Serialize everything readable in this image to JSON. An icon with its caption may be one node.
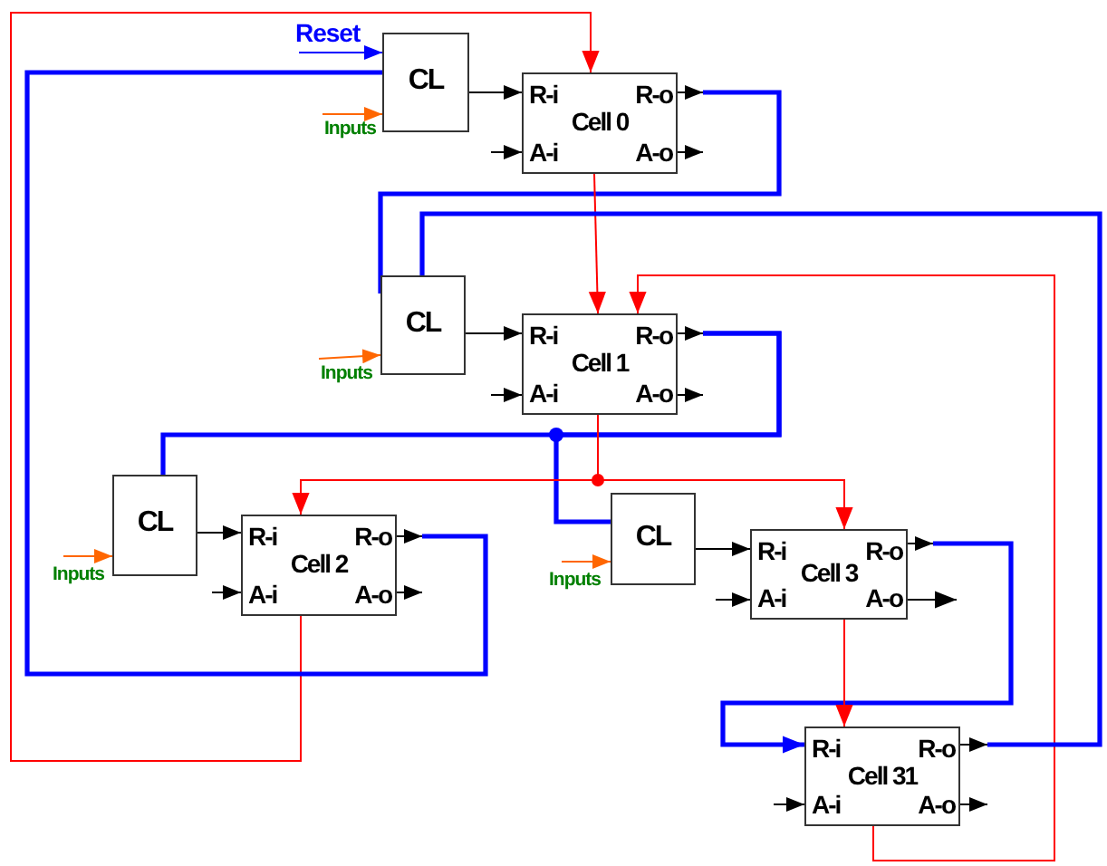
{
  "diagram": {
    "nodes": [
      {
        "text": [
          "CL"
        ]
      },
      {
        "text": [
          "R-i",
          "R-o",
          "Cell 0",
          "A-i",
          "A-o"
        ]
      },
      {
        "text": [
          "CL"
        ]
      },
      {
        "text": [
          "R-i",
          "R-o",
          "Cell 1",
          "A-i",
          "A-o"
        ]
      },
      {
        "text": [
          "CL"
        ]
      },
      {
        "text": [
          "R-i",
          "R-o",
          "Cell 2",
          "A-i",
          "A-o"
        ]
      },
      {
        "text": [
          "CL"
        ]
      },
      {
        "text": [
          "R-i",
          "R-o",
          "Cell 3",
          "A-i",
          "A-o"
        ]
      },
      {
        "text": [
          "R-i",
          "R-o",
          "Cell 31",
          "A-i",
          "A-o"
        ]
      },
      {
        "text": [
          "Reset"
        ]
      },
      {
        "text": [
          "Inputs"
        ]
      },
      {
        "text": [
          "Inputs"
        ]
      },
      {
        "text": [
          "Inputs"
        ]
      },
      {
        "text": [
          "Inputs"
        ]
      }
    ],
    "edges": [
      {
        "from": 9,
        "to": 0,
        "arrow": "to",
        "color": "#0000ff"
      },
      {
        "from": 10,
        "to": 0,
        "arrow": "to",
        "color": "#ff6600"
      },
      {
        "from": 0,
        "to": 1,
        "arrow": "to"
      },
      {
        "from": null,
        "to": 1,
        "arrow": "to"
      },
      {
        "from": 1,
        "to": null,
        "arrow": "to"
      },
      {
        "from": 1,
        "to": null,
        "arrow": "to"
      },
      {
        "from": 1,
        "to": 2,
        "arrow": "none",
        "style": "thick",
        "color": "#0000ff"
      },
      {
        "from": 5,
        "to": 1,
        "arrow": "to",
        "color": "#ff0000"
      },
      {
        "from": 1,
        "to": 3,
        "arrow": "to",
        "color": "#ff0000"
      },
      {
        "from": 8,
        "to": 3,
        "arrow": "to",
        "color": "#ff0000"
      },
      {
        "from": 8,
        "to": 2,
        "arrow": "none",
        "style": "thick",
        "color": "#0000ff"
      },
      {
        "from": 5,
        "to": 0,
        "arrow": "none",
        "style": "thick",
        "color": "#0000ff"
      },
      {
        "from": 11,
        "to": 2,
        "arrow": "to",
        "color": "#ff6600"
      },
      {
        "from": 2,
        "to": 3,
        "arrow": "to"
      },
      {
        "from": null,
        "to": 3,
        "arrow": "to"
      },
      {
        "from": 3,
        "to": null,
        "arrow": "to"
      },
      {
        "from": 3,
        "to": null,
        "arrow": "to"
      },
      {
        "from": 3,
        "to": 4,
        "arrow": "none",
        "style": "thick",
        "color": "#0000ff"
      },
      {
        "from": 3,
        "to": 6,
        "arrow": "none",
        "style": "thick",
        "color": "#0000ff"
      },
      {
        "from": 3,
        "to": 5,
        "arrow": "to",
        "color": "#ff0000"
      },
      {
        "from": 3,
        "to": 7,
        "arrow": "to",
        "color": "#ff0000"
      },
      {
        "from": 12,
        "to": 4,
        "arrow": "to",
        "color": "#ff6600"
      },
      {
        "from": 4,
        "to": 5,
        "arrow": "to"
      },
      {
        "from": null,
        "to": 5,
        "arrow": "to"
      },
      {
        "from": 5,
        "to": null,
        "arrow": "to"
      },
      {
        "from": 5,
        "to": null,
        "arrow": "to"
      },
      {
        "from": 13,
        "to": 6,
        "arrow": "to",
        "color": "#ff6600"
      },
      {
        "from": 6,
        "to": 7,
        "arrow": "to"
      },
      {
        "from": null,
        "to": 7,
        "arrow": "to"
      },
      {
        "from": 7,
        "to": null,
        "arrow": "to"
      },
      {
        "from": 7,
        "to": null,
        "arrow": "to"
      },
      {
        "from": 7,
        "to": 8,
        "arrow": "to",
        "style": "thick",
        "color": "#0000ff"
      },
      {
        "from": 7,
        "to": 8,
        "arrow": "to",
        "color": "#ff0000"
      },
      {
        "from": null,
        "to": 8,
        "arrow": "to"
      },
      {
        "from": 8,
        "to": null,
        "arrow": "to"
      },
      {
        "from": 8,
        "to": null,
        "arrow": "to"
      }
    ]
  }
}
